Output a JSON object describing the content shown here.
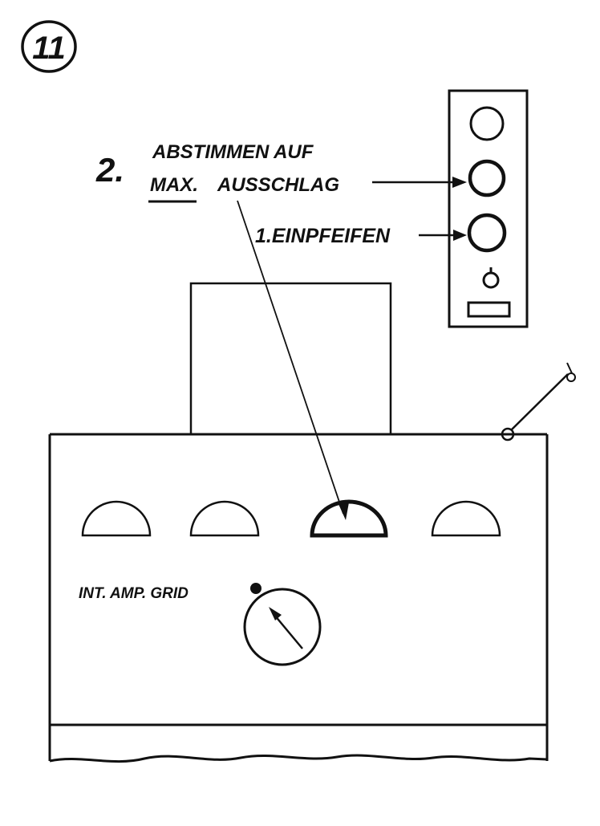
{
  "page_number": "11",
  "step_2": {
    "number": "2.",
    "line_1": "ABSTIMMEN AUF",
    "line_2_underlined": "MAX.",
    "line_2_rest": "AUSSCHLAG"
  },
  "step_1": {
    "label": "1.EINPFEIFEN"
  },
  "meter_label": "INT. AMP. GRID",
  "colors": {
    "ink": "#111111",
    "paper": "#ffffff"
  }
}
